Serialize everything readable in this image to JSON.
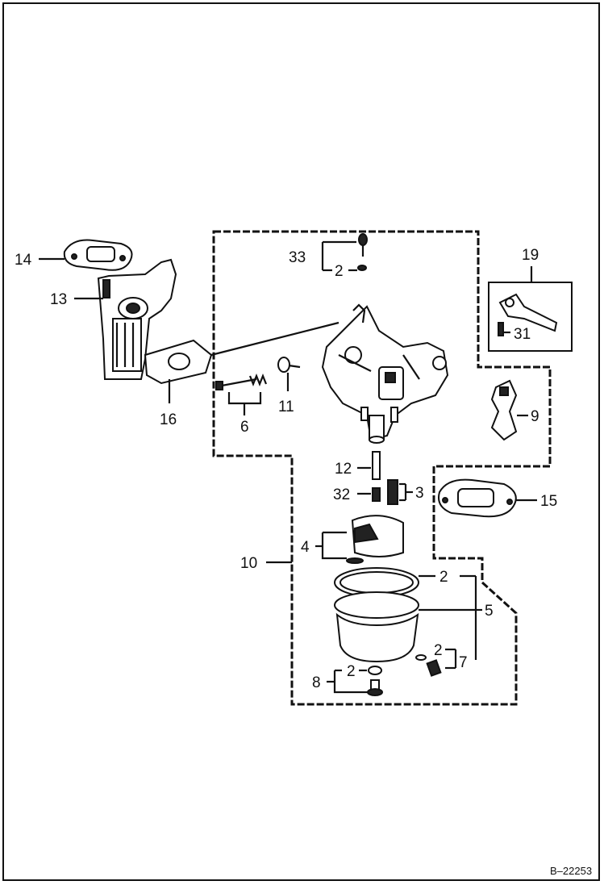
{
  "figure_ref": "B–22253",
  "callouts": {
    "c14": "14",
    "c13": "13",
    "c16": "16",
    "c6": "6",
    "c11": "11",
    "c33": "33",
    "c2a": "2",
    "c19": "19",
    "c31": "31",
    "c9": "9",
    "c12": "12",
    "c32": "32",
    "c3": "3",
    "c15": "15",
    "c4": "4",
    "c10": "10",
    "c2b": "2",
    "c5": "5",
    "c2c": "2",
    "c7": "7",
    "c8": "8",
    "c2d": "2"
  },
  "colors": {
    "line": "#111111",
    "background": "#ffffff"
  }
}
